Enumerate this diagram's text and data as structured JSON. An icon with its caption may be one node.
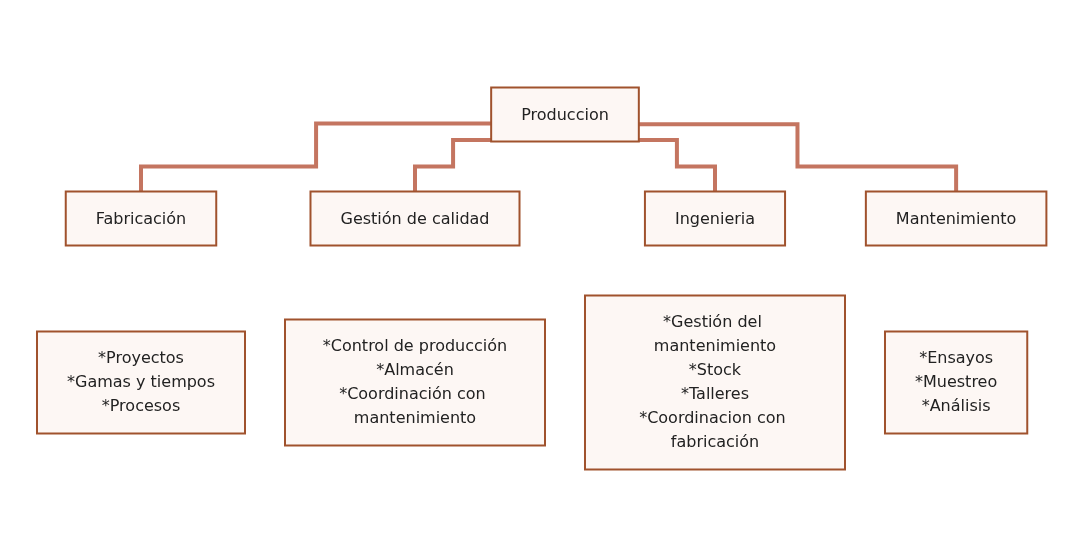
{
  "diagram": {
    "nodes": [
      {
        "text": [
          "Produccion"
        ]
      },
      {
        "text": [
          "Fabricación"
        ]
      },
      {
        "text": [
          "Gestión de calidad"
        ]
      },
      {
        "text": [
          "Ingenieria"
        ]
      },
      {
        "text": [
          "Mantenimiento"
        ]
      },
      {
        "text": [
          "*Proyectos",
          "*Gamas y tiempos",
          "*Procesos"
        ]
      },
      {
        "text": [
          "*Control de producción",
          "*Almacén",
          "*Coordinación con mantenimiento"
        ]
      },
      {
        "text": [
          "*Gestión del mantenimiento",
          "*Stock",
          "*Talleres",
          "*Coordinacion con fabricación"
        ]
      },
      {
        "text": [
          "*Ensayos",
          "*Muestreo",
          "*Análisis"
        ]
      }
    ],
    "edges": [
      {
        "from": 0,
        "to": 1,
        "arrow": "none"
      },
      {
        "from": 0,
        "to": 2,
        "arrow": "none"
      },
      {
        "from": 0,
        "to": 3,
        "arrow": "none"
      },
      {
        "from": 0,
        "to": 4,
        "arrow": "none"
      }
    ]
  }
}
